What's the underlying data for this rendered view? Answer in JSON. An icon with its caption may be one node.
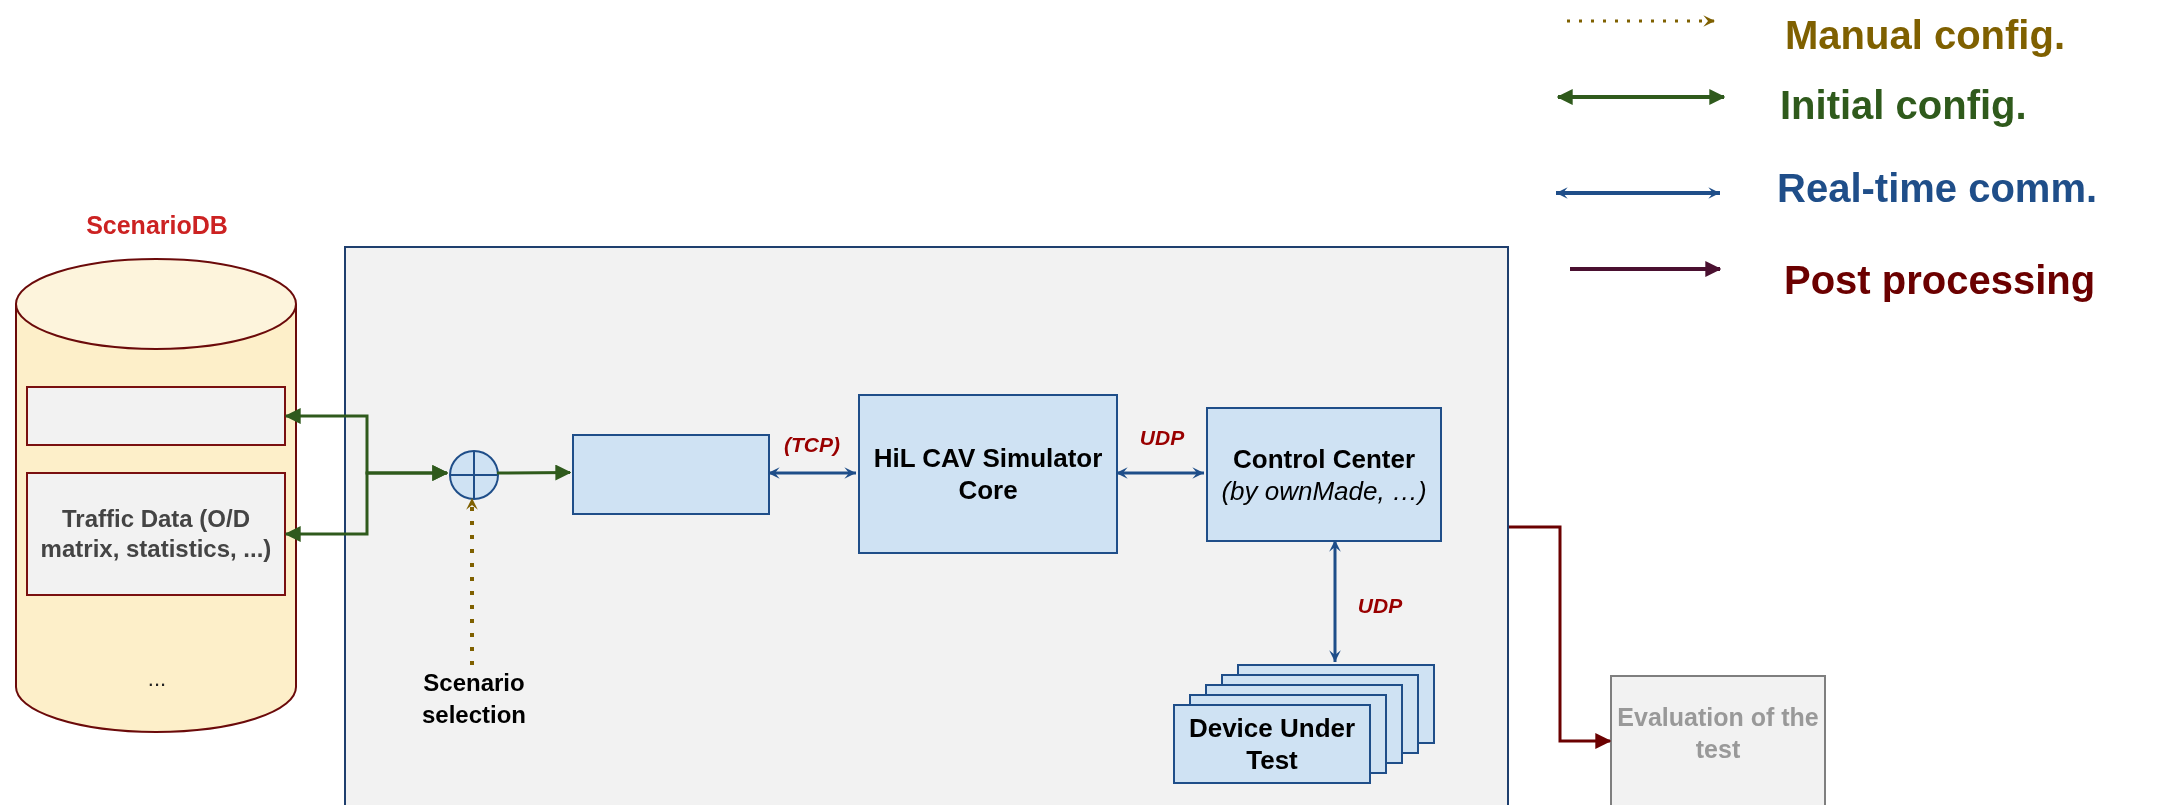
{
  "diagram": {
    "nodes": [
      {
        "text": [
          "ScenarioDB",
          "..."
        ]
      },
      {
        "text": [],
        "shape": "box",
        "in": 0
      },
      {
        "text": [
          "Traffic Data (O/D matrix, statistics, ...)"
        ],
        "in": 0
      },
      {
        "text": [],
        "shape": "box"
      },
      {
        "text": [],
        "shape": "circle",
        "in": 3
      },
      {
        "text": [
          "Scenario selection"
        ],
        "in": 3
      },
      {
        "text": [],
        "shape": "box",
        "in": 3
      },
      {
        "text": [
          "HiL CAV Simulator Core"
        ],
        "in": 3
      },
      {
        "text": [
          "Control Center",
          "(by ownMade, …)"
        ],
        "in": 3
      },
      {
        "text": [
          "Device Under Test"
        ],
        "in": 3
      },
      {
        "text": [
          "Evaluation of the test"
        ]
      }
    ],
    "edges": [
      {
        "from": 1,
        "to": 4,
        "arrow": "both",
        "color": "#2f5a1c"
      },
      {
        "from": 2,
        "to": 4,
        "arrow": "both",
        "color": "#2f5a1c"
      },
      {
        "from": 4,
        "to": 6,
        "arrow": "to",
        "color": "#2f5a1c"
      },
      {
        "from": 5,
        "to": 4,
        "arrow": "to",
        "color": "#7f6000",
        "style": "dashed"
      },
      {
        "from": 6,
        "to": 7,
        "arrow": "both",
        "color": "#1f4e89",
        "label": "(TCP)"
      },
      {
        "from": 7,
        "to": 8,
        "arrow": "both",
        "color": "#1f4e89",
        "label": "UDP"
      },
      {
        "from": 8,
        "to": 9,
        "arrow": "both",
        "color": "#1f4e89",
        "label": "UDP"
      },
      {
        "from": 3,
        "to": 10,
        "arrow": "to",
        "color": "#6b0000"
      }
    ],
    "legend": [
      {
        "text": "Manual config."
      },
      {
        "text": "Initial config."
      },
      {
        "text": "Real-time comm."
      },
      {
        "text": "Post processing"
      }
    ]
  }
}
